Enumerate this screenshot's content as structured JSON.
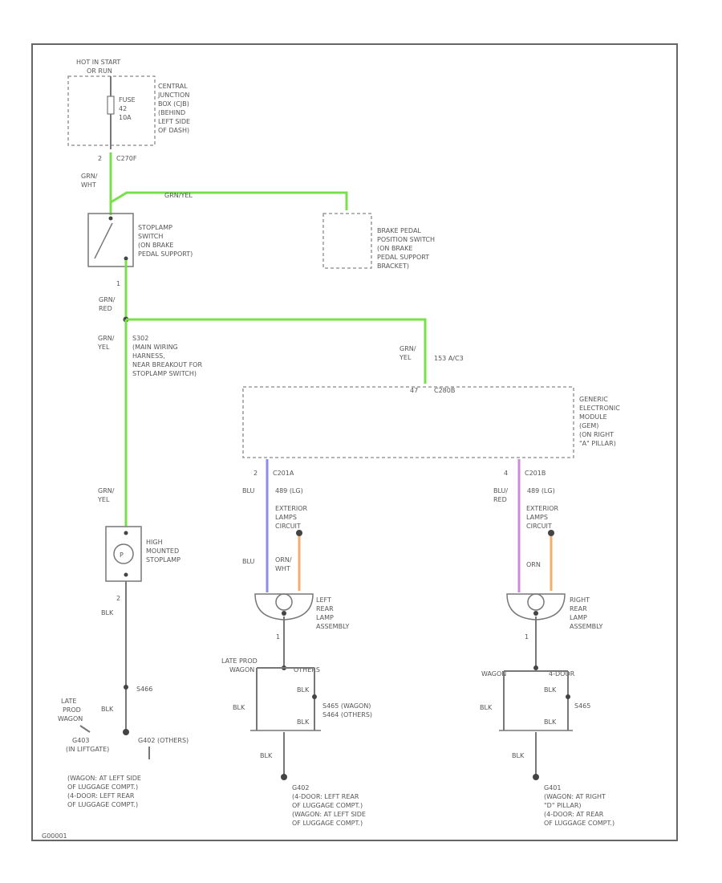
{
  "colors": {
    "green_wire": "#77e14a",
    "blue_wire": "#8a8cf0",
    "orange_wire": "#f4ad6a",
    "violet_wire": "#cc8ad8",
    "black_wire": "#777777"
  },
  "fuse_box": {
    "hot_label": "HOT IN START",
    "hot_label2": "OR RUN",
    "fuse_lines": [
      "FUSE",
      "42",
      "10A"
    ],
    "desc_lines": [
      "CENTRAL",
      "JUNCTION",
      "BOX (CJB)",
      "(BEHIND",
      "LEFT SIDE",
      "OF DASH)"
    ],
    "pin": "2",
    "connector": "C270F"
  },
  "wires": {
    "grn_wht": [
      "GRN/",
      "WHT"
    ],
    "grn_yel_top": "GRN/YEL",
    "grn_red": [
      "GRN/",
      "RED"
    ],
    "grn_yel_left": [
      "GRN/",
      "YEL"
    ],
    "grn_yel_right": [
      "GRN/",
      "YEL"
    ],
    "grn_yel_lower": [
      "GRN/",
      "YEL"
    ],
    "blk_stop": "BLK",
    "blk_ground": "BLK",
    "blu_left": "BLU",
    "blu_left_lower": "BLU",
    "orn_wht_left": [
      "ORN/",
      "WHT"
    ],
    "blu_red_right": [
      "BLU/",
      "RED"
    ],
    "orn_right": "ORN"
  },
  "stoplamp_switch": {
    "desc_lines": [
      "STOPLAMP",
      "SWITCH",
      "(ON BRAKE",
      "PEDAL SUPPORT)"
    ],
    "pin": "1"
  },
  "brake_switch": {
    "desc_lines": [
      "BRAKE PEDAL",
      "POSITION SWITCH",
      "(ON BRAKE",
      "PEDAL SUPPORT",
      "BRACKET)"
    ]
  },
  "splice": {
    "desc_lines": [
      "S302",
      "(MAIN WIRING",
      "HARNESS,",
      "NEAR BREAKOUT FOR",
      "STOPLAMP SWITCH)"
    ]
  },
  "gem": {
    "pin": "47",
    "connector": "C280B",
    "circuit": "153 A/C3",
    "desc_lines": [
      "GENERIC",
      "ELECTRONIC",
      "MODULE",
      "(GEM)",
      "(ON RIGHT",
      "\"A\" PILLAR)"
    ],
    "left_pin": "2",
    "left_connector": "C201A",
    "left_circuit": "489 (LG)",
    "right_pin": "4",
    "right_connector": "C201B",
    "right_circuit": "489 (LG)"
  },
  "exterior_lamps_circuit": [
    "EXTERIOR",
    "LAMPS",
    "CIRCUIT"
  ],
  "high_mount": {
    "desc_lines": [
      "HIGH",
      "MOUNTED",
      "STOPLAMP"
    ],
    "pin": "2"
  },
  "left_lamp": {
    "desc_lines": [
      "LEFT",
      "REAR",
      "LAMP",
      "ASSEMBLY"
    ],
    "pin": "1"
  },
  "right_lamp": {
    "desc_lines": [
      "RIGHT",
      "REAR",
      "LAMP",
      "ASSEMBLY"
    ],
    "pin": "1"
  },
  "left_grounds": {
    "late_prod": [
      "LATE PROD",
      "WAGON"
    ],
    "others": "OTHERS",
    "splice_lines": [
      "S465 (WAGON)",
      "S464 (OTHERS)"
    ],
    "ground_lines": [
      "G402",
      "(4-DOOR: LEFT REAR",
      "OF LUGGAGE COMPT.)",
      "(WAGON: AT LEFT SIDE",
      "OF LUGGAGE COMPT.)"
    ]
  },
  "right_grounds": {
    "wagon": "WAGON",
    "others": "4-DOOR",
    "splice": "S465",
    "ground_lines": [
      "G401",
      "(WAGON: AT RIGHT",
      "\"D\" PILLAR)",
      "(4-DOOR: AT REAR",
      "OF LUGGAGE COMPT.)"
    ]
  },
  "stop_grounds": {
    "splice": "S466",
    "late_prod": [
      "LATE",
      "PROD",
      "WAGON"
    ],
    "g_liftgate": [
      "G403",
      "(IN LIFTGATE)"
    ],
    "g_others": "G402 (OTHERS)",
    "desc_lines": [
      "(WAGON: AT LEFT SIDE",
      "OF LUGGAGE COMPT.)",
      "(4-DOOR: LEFT REAR",
      "OF LUGGAGE COMPT.)"
    ]
  },
  "footer_code": "G00001"
}
